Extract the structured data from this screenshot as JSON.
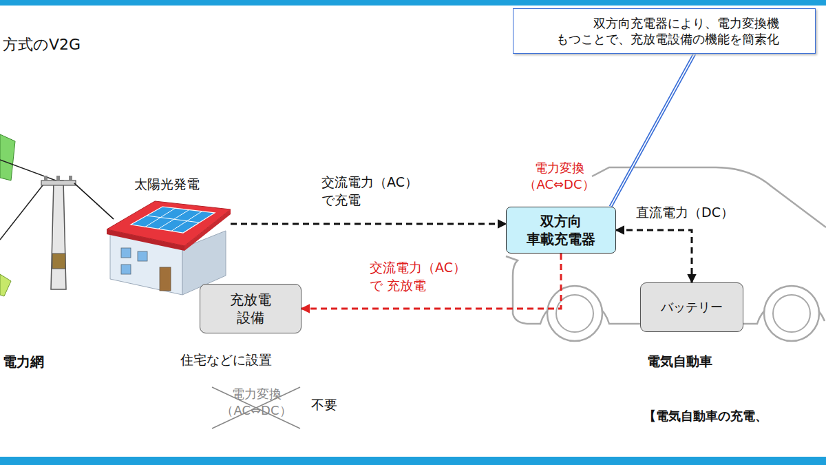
{
  "diagram": {
    "title": "方式のV2G",
    "nodes": [
      {
        "text": [
          "電力網"
        ]
      },
      {
        "text": [
          "太陽光発電"
        ]
      },
      {
        "text": [
          "充放電 設備"
        ]
      },
      {
        "text": [
          "双方向充電器により、電力変換機 もつことで、充放電設備の機能を簡素化"
        ]
      },
      {
        "text": [
          "電気自動車"
        ]
      },
      {
        "text": [
          "双方向 車載充電器"
        ],
        "in": 4
      },
      {
        "text": [
          "バッテリー"
        ],
        "in": 4
      }
    ],
    "edges": [
      {
        "from": 0,
        "to": 1,
        "arrow": "none"
      },
      {
        "from": 1,
        "to": 5,
        "label": "交流電力（AC） で充電",
        "arrow": "to"
      },
      {
        "from": 5,
        "to": 2,
        "label": "交流電力（AC）で 充放電",
        "arrow": "to"
      },
      {
        "from": 5,
        "to": 6,
        "label": "直流電力（DC）",
        "arrow": "both"
      },
      {
        "from": 3,
        "to": 5,
        "arrow": "none"
      }
    ],
    "labels": [
      "電力変換 （AC⇔DC）",
      "住宅などに設置",
      "電力変換 （AC⇔DC）",
      "不要",
      "【電気自動車の充電、"
    ]
  }
}
